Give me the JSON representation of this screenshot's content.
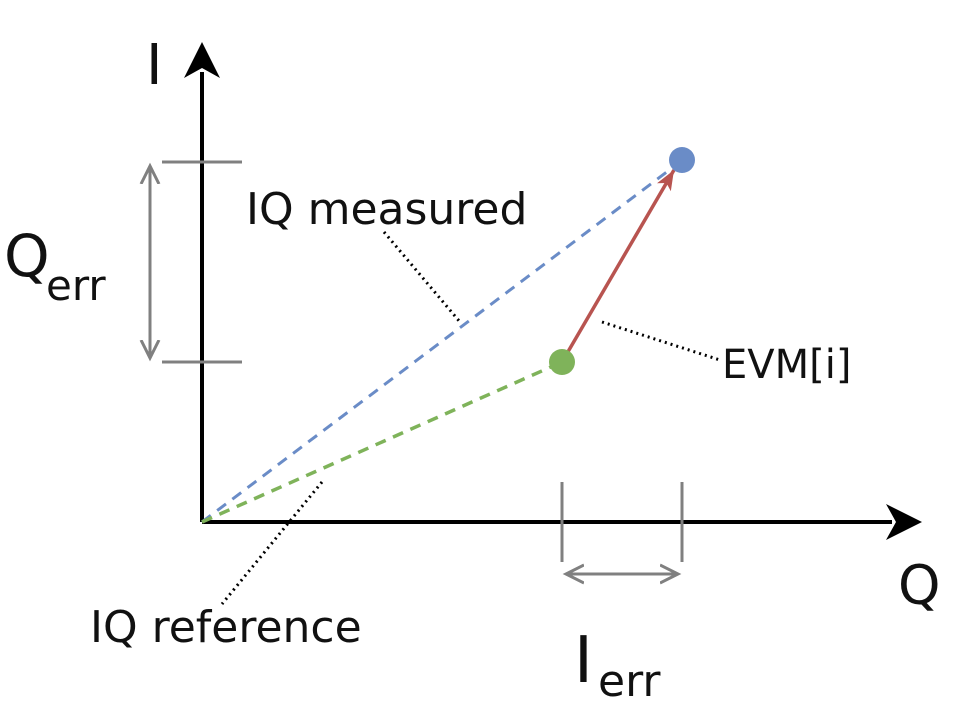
{
  "axes": {
    "vertical_label": "I",
    "horizontal_label": "Q"
  },
  "labels": {
    "iq_measured": "IQ measured",
    "iq_reference": "IQ reference",
    "evm": "EVM[i]",
    "q_err_main": "Q",
    "q_err_sub": "err",
    "i_err_main": "I",
    "i_err_sub": "err"
  },
  "colors": {
    "axis": "#000000",
    "measured": "#6a8cc7",
    "reference": "#7fb35a",
    "evm_vector": "#b85450",
    "error_bracket": "#808080",
    "leader": "#000000"
  }
}
